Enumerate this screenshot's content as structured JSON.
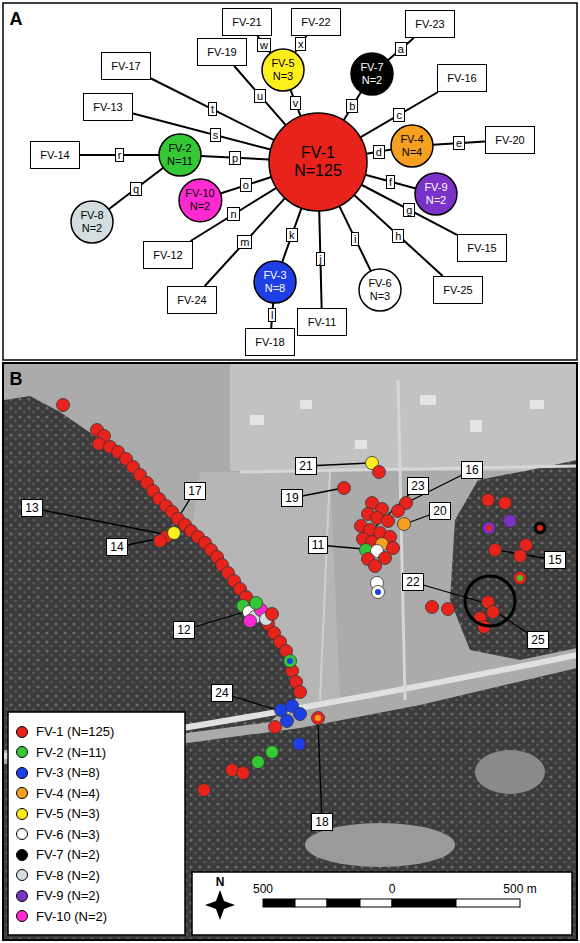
{
  "diagram": {
    "nodes": [
      {
        "text": [
          "FV-1",
          "N=125"
        ]
      },
      {
        "text": [
          "FV-2",
          "N=11"
        ]
      },
      {
        "text": [
          "FV-3",
          "N=8"
        ]
      },
      {
        "text": [
          "FV-4",
          "N=4"
        ]
      },
      {
        "text": [
          "FV-5",
          "N=3"
        ]
      },
      {
        "text": [
          "FV-6",
          "N=3"
        ]
      },
      {
        "text": [
          "FV-7",
          "N=2"
        ]
      },
      {
        "text": [
          "FV-8",
          "N=2"
        ]
      },
      {
        "text": [
          "FV-9",
          "N=2"
        ]
      },
      {
        "text": [
          "FV-10",
          "N=2"
        ]
      },
      {
        "text": [
          "FV-11"
        ]
      },
      {
        "text": [
          "FV-12"
        ]
      },
      {
        "text": [
          "FV-13"
        ]
      },
      {
        "text": [
          "FV-14"
        ]
      },
      {
        "text": [
          "FV-15"
        ]
      },
      {
        "text": [
          "FV-16"
        ]
      },
      {
        "text": [
          "FV-17"
        ]
      },
      {
        "text": [
          "FV-18"
        ]
      },
      {
        "text": [
          "FV-19"
        ]
      },
      {
        "text": [
          "FV-20"
        ]
      },
      {
        "text": [
          "FV-21"
        ]
      },
      {
        "text": [
          "FV-22"
        ]
      },
      {
        "text": [
          "FV-23"
        ]
      },
      {
        "text": [
          "FV-24"
        ]
      },
      {
        "text": [
          "FV-25"
        ]
      }
    ],
    "edges": [
      {
        "from": 6,
        "to": 22,
        "arrow": "none",
        "label": "a"
      },
      {
        "from": 0,
        "to": 6,
        "arrow": "none",
        "label": "b"
      },
      {
        "from": 0,
        "to": 15,
        "arrow": "none",
        "label": "c"
      },
      {
        "from": 0,
        "to": 3,
        "arrow": "none",
        "label": "d"
      },
      {
        "from": 3,
        "to": 19,
        "arrow": "none",
        "label": "e"
      },
      {
        "from": 0,
        "to": 8,
        "arrow": "none",
        "label": "f"
      },
      {
        "from": 0,
        "to": 14,
        "arrow": "none",
        "label": "g"
      },
      {
        "from": 0,
        "to": 24,
        "arrow": "none",
        "label": "h"
      },
      {
        "from": 0,
        "to": 5,
        "arrow": "none",
        "label": "i"
      },
      {
        "from": 0,
        "to": 10,
        "arrow": "none",
        "label": "j"
      },
      {
        "from": 0,
        "to": 2,
        "arrow": "none",
        "label": "k"
      },
      {
        "from": 2,
        "to": 17,
        "arrow": "none",
        "label": "l"
      },
      {
        "from": 0,
        "to": 23,
        "arrow": "none",
        "label": "m"
      },
      {
        "from": 0,
        "to": 11,
        "arrow": "none",
        "label": "n"
      },
      {
        "from": 0,
        "to": 9,
        "arrow": "none",
        "label": "o"
      },
      {
        "from": 0,
        "to": 1,
        "arrow": "none",
        "label": "p"
      },
      {
        "from": 1,
        "to": 7,
        "arrow": "none",
        "label": "q"
      },
      {
        "from": 1,
        "to": 13,
        "arrow": "none",
        "label": "r"
      },
      {
        "from": 0,
        "to": 12,
        "arrow": "none",
        "label": "s"
      },
      {
        "from": 0,
        "to": 16,
        "arrow": "none",
        "label": "t"
      },
      {
        "from": 0,
        "to": 18,
        "arrow": "none",
        "label": "u"
      },
      {
        "from": 0,
        "to": 4,
        "arrow": "none",
        "label": "v"
      },
      {
        "from": 4,
        "to": 20,
        "arrow": "none",
        "label": "w"
      },
      {
        "from": 4,
        "to": 21,
        "arrow": "none",
        "label": "x"
      }
    ],
    "labels": [
      "A",
      "B",
      "17",
      "13",
      "14",
      "21",
      "19",
      "23",
      "16",
      "20",
      "11",
      "12",
      "22",
      "15",
      "25",
      "24",
      "18",
      "N",
      "500",
      "0",
      "500 m"
    ],
    "legend": [
      {
        "text": "FV-1 (N=125)",
        "color": "#e8231c"
      },
      {
        "text": "FV-2 (N=11)",
        "color": "#35c835"
      },
      {
        "text": "FV-3 (N=8)",
        "color": "#1e3ee6"
      },
      {
        "text": "FV-4 (N=4)",
        "color": "#f5a020"
      },
      {
        "text": "FV-5 (N=3)",
        "color": "#ffee1e"
      },
      {
        "text": "FV-6 (N=3)",
        "color": "#ffffff"
      },
      {
        "text": "FV-7 (N=2)",
        "color": "#000000"
      },
      {
        "text": "FV-8 (N=2)",
        "color": "#d4dde0"
      },
      {
        "text": "FV-9 (N=2)",
        "color": "#7a32c8"
      },
      {
        "text": "FV-10 (N=2)",
        "color": "#ff2ad0"
      }
    ]
  }
}
